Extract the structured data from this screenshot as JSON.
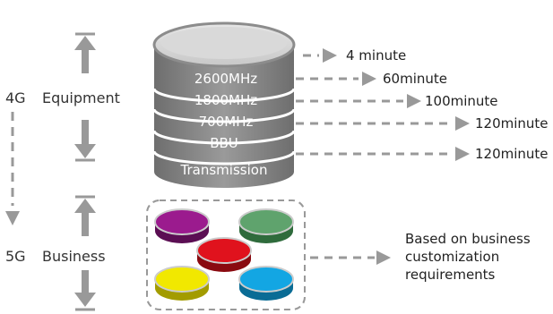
{
  "left_labels": {
    "top_gen": "4G",
    "top_type": "Equipment",
    "bottom_gen": "5G",
    "bottom_type": "Business"
  },
  "stack_layers": [
    {
      "label": "2600MHz",
      "time": "4 minute"
    },
    {
      "label": "1800MHz",
      "time": "60minute"
    },
    {
      "label": "700MHz",
      "time": "100minute"
    },
    {
      "label": "BBU",
      "time": "120minute"
    },
    {
      "label": "Transmission",
      "time": "120minute"
    }
  ],
  "business_note": [
    "Based on business",
    "customization",
    "requirements"
  ],
  "colors": {
    "stack_gray": "#8c8c8c",
    "stack_top": "#d4d4d4",
    "arrow_gray": "#999999",
    "disc_purple": "#9b1b8e",
    "disc_green": "#5fa36d",
    "disc_red": "#e0121d",
    "disc_yellow": "#f1e800",
    "disc_blue": "#13a6e3"
  }
}
